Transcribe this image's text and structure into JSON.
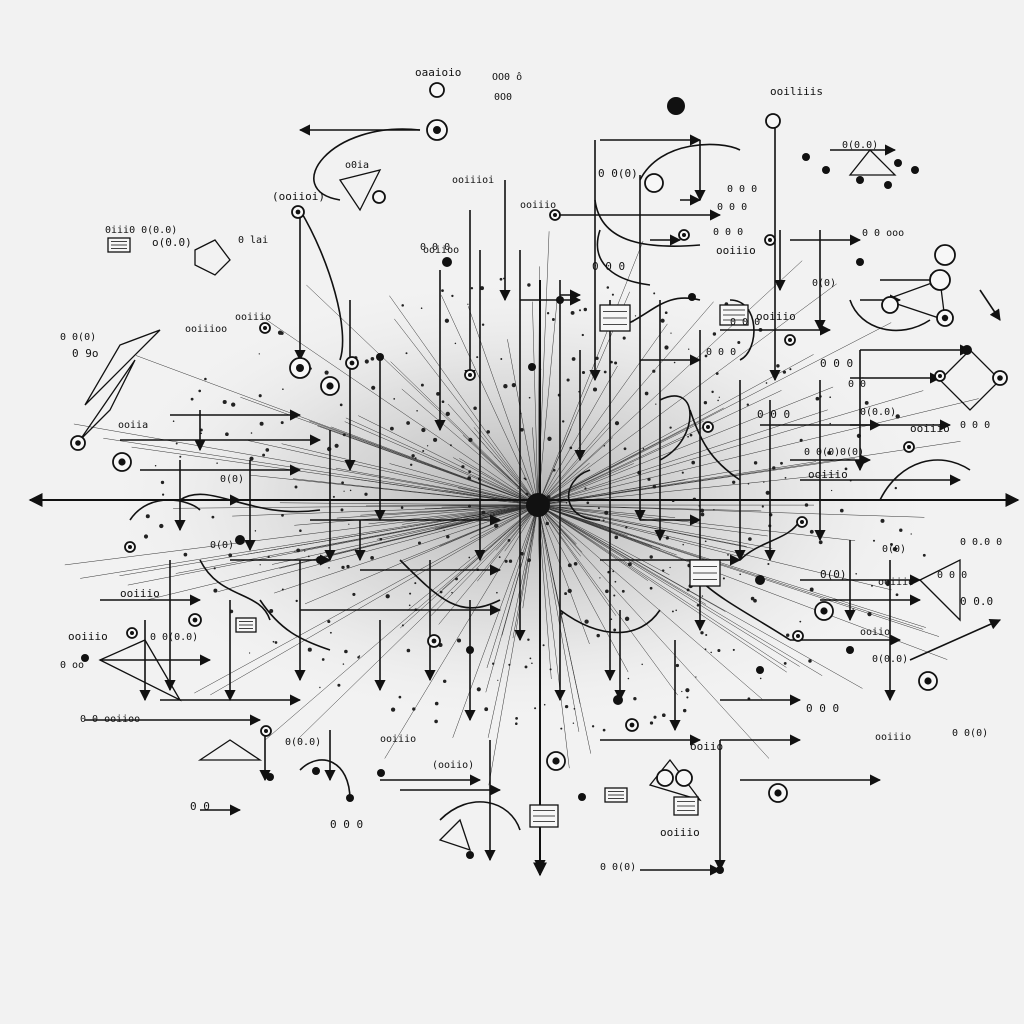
{
  "diagram": {
    "style": "dense hand-drawn network of nodes and arrows radiating from a dark central hub",
    "colors": {
      "background": "#f2f2f2",
      "ink": "#111111",
      "haze": "#b8b8b8"
    },
    "hub": {
      "label": ""
    },
    "labels": [
      "oaaioio",
      "OO0 ô",
      "0O0",
      "ooiliiis",
      "o0ia",
      "ooiiioi",
      "(ooiioi)",
      "ooiiio",
      "0iii0 0(0.0)",
      "o(0.0)",
      "0 lai",
      "ooiioo",
      "0 0(0)",
      "0 0 0",
      "0(0.0)",
      "0 0 0",
      "ooiiio",
      "0 0(0)",
      "0 9o",
      "ooiiioo",
      "0 0 0",
      "ooiiio",
      "ooiia",
      "0(0)",
      "ooiiio",
      "0 0(0.0)",
      "0(0)",
      "ooiiio",
      "0 oo",
      "0 0 ooiioo",
      "0 0",
      "0(0.0)",
      "ooiiio",
      "0 0 0",
      "(ooiio)",
      "0 0(0)",
      "ooiio",
      "0(0)",
      "0 0 0",
      "0 0.0",
      "ooiio",
      "0(0.0)",
      "0 0 0",
      "ooiiio",
      "0 0(0)",
      "ooiiio",
      "0 0 ooo",
      "0(0)",
      "0 0 0",
      "0 0",
      "0(0.0)",
      "ooiiio",
      "0 0 0",
      "0 0.0 0",
      "0(0)",
      "ooiiio",
      "0 0(0)",
      "ooiiio",
      "0 0 0",
      "0 0 0",
      "ooiiio",
      "0 0 0",
      "0 0 0",
      "0 0 0",
      "0(0)"
    ]
  }
}
